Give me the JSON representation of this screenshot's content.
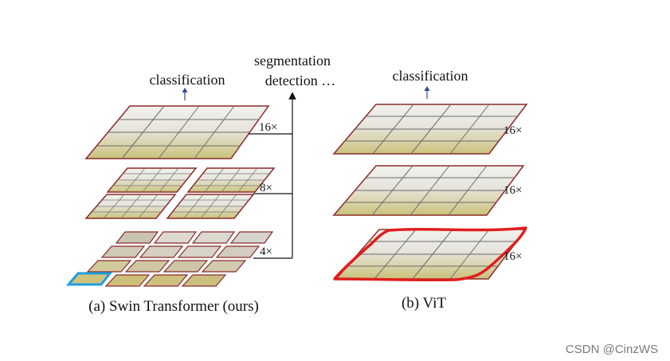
{
  "swin": {
    "top_label": "classification",
    "branch_label_1": "segmentation",
    "branch_label_2": "detection …",
    "scales": [
      "16×",
      "8×",
      "4×"
    ],
    "caption": "(a) Swin Transformer (ours)"
  },
  "vit": {
    "top_label": "classification",
    "scales": [
      "16×",
      "16×",
      "16×"
    ],
    "caption": "(b) ViT"
  },
  "watermark": "CSDN @CinzWS",
  "colors": {
    "patch_border": "#8b2a2a",
    "window_highlight": "#1e9fe0",
    "vit_highlight": "#e01e1e",
    "arrow": "#2a4f8f",
    "line": "#111111"
  }
}
